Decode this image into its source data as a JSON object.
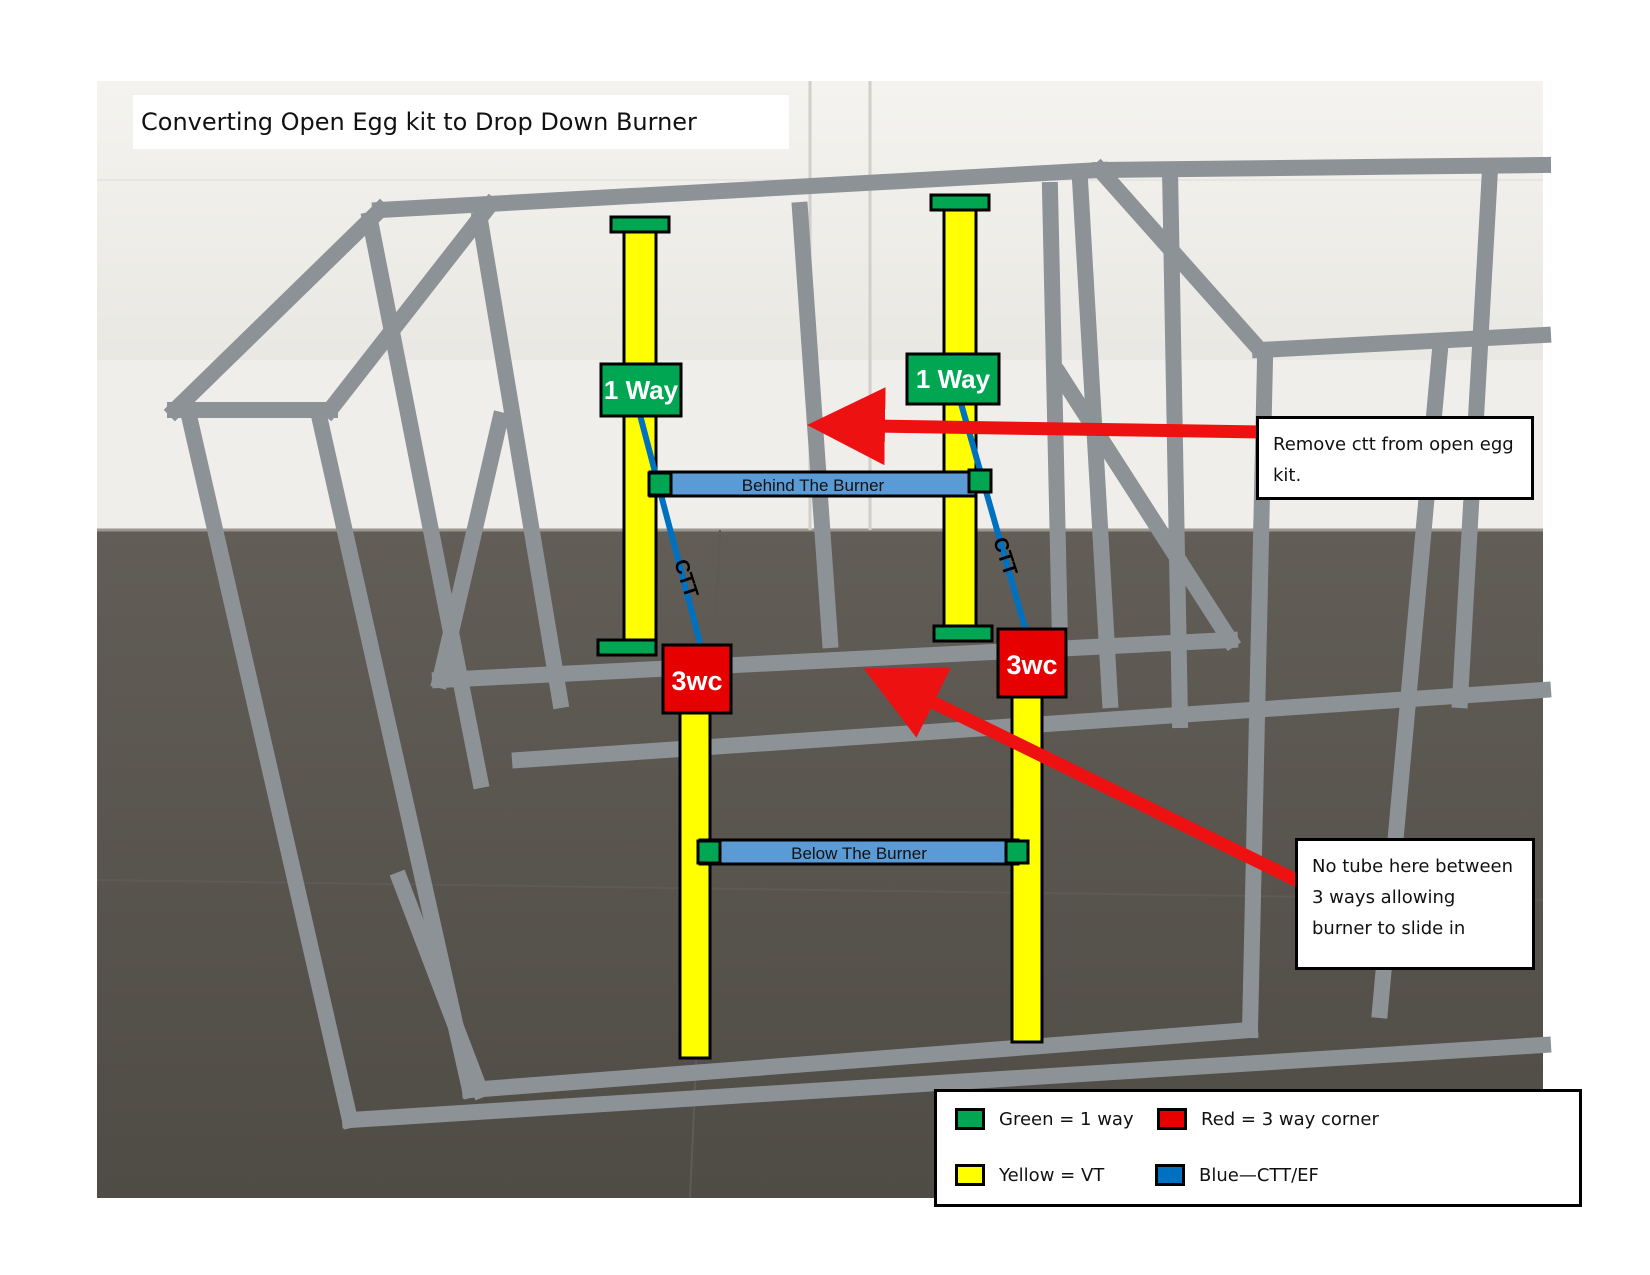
{
  "title": "Converting Open Egg kit to Drop Down Burner",
  "notes": {
    "remove": "Remove ctt from open egg kit.",
    "no_tube": "No tube here between 3 ways allowing burner to slide in"
  },
  "labels": {
    "one_way": "1 Way",
    "three_wc": "3wc",
    "behind": "Behind The Burner",
    "below": "Below The Burner",
    "ctt": "CTT"
  },
  "legend": {
    "green": "Green = 1 way",
    "red": "Red = 3 way corner",
    "yellow": "Yellow = VT",
    "blue": "Blue—CTT/EF"
  },
  "colors": {
    "green": "#00a651",
    "red": "#e60000",
    "yellow": "#ffff00",
    "blue": "#5b9bd5",
    "blue_dark": "#0070c0",
    "arrow": "#ee1111"
  }
}
